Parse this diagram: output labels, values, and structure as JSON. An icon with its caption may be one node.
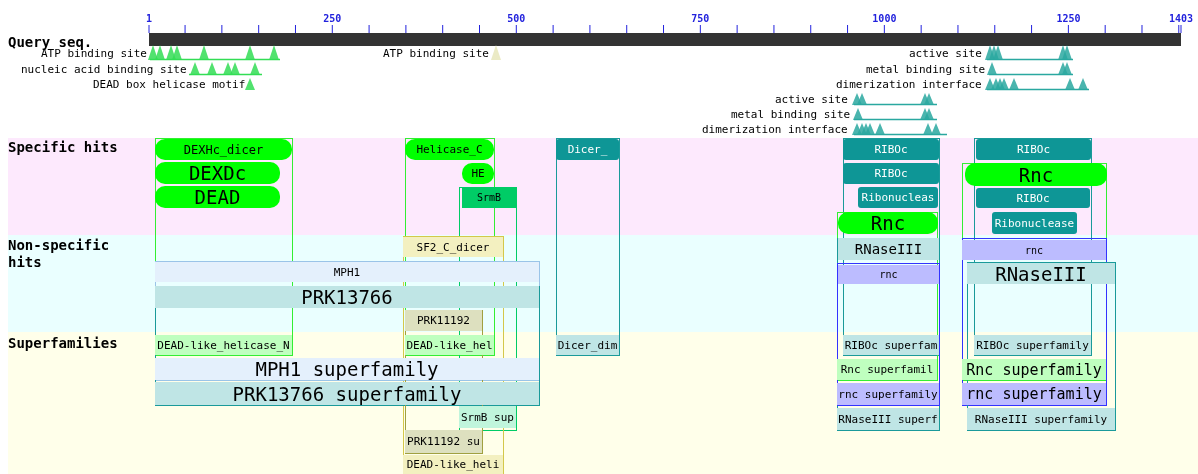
{
  "diagram": {
    "nodes": [
      {
        "text": [
          "DEXHc_dicer"
        ]
      },
      {
        "text": [
          "DEXDc"
        ]
      },
      {
        "text": [
          "DEAD"
        ]
      },
      {
        "text": [
          "Helicase_C"
        ]
      },
      {
        "text": [
          "HE"
        ]
      },
      {
        "text": [
          "SrmB"
        ]
      },
      {
        "text": [
          "Dicer_"
        ]
      },
      {
        "text": [
          "RIBOc"
        ]
      },
      {
        "text": [
          "RIBOc"
        ]
      },
      {
        "text": [
          "Ribonucleas"
        ]
      },
      {
        "text": [
          "Rnc"
        ]
      },
      {
        "text": [
          "RIBOc"
        ]
      },
      {
        "text": [
          "Rnc"
        ]
      },
      {
        "text": [
          "RIBOc"
        ]
      },
      {
        "text": [
          "Ribonuclease"
        ]
      },
      {
        "text": [
          "SF2_C_dicer"
        ]
      },
      {
        "text": [
          "RNaseIII"
        ]
      },
      {
        "text": [
          "rnc"
        ]
      },
      {
        "text": [
          "MPH1"
        ]
      },
      {
        "text": [
          "rnc"
        ]
      },
      {
        "text": [
          "RNaseIII"
        ]
      },
      {
        "text": [
          "PRK13766"
        ]
      },
      {
        "text": [
          "PRK11192"
        ]
      },
      {
        "text": [
          "DEAD-like_helicase_N"
        ]
      },
      {
        "text": [
          "DEAD-like_hel"
        ]
      },
      {
        "text": [
          "Dicer_dim"
        ]
      },
      {
        "text": [
          "RIBOc superfam"
        ]
      },
      {
        "text": [
          "RIBOc superfamily"
        ]
      },
      {
        "text": [
          "MPH1 superfamily"
        ]
      },
      {
        "text": [
          "Rnc superfamil"
        ]
      },
      {
        "text": [
          "Rnc superfamily"
        ]
      },
      {
        "text": [
          "PRK13766 superfamily"
        ]
      },
      {
        "text": [
          "rnc superfamily"
        ]
      },
      {
        "text": [
          "rnc superfamily"
        ]
      },
      {
        "text": [
          "SrmB sup"
        ]
      },
      {
        "text": [
          "RNaseIII superf"
        ]
      },
      {
        "text": [
          "RNaseIII superfamily"
        ]
      },
      {
        "text": [
          "PRK11192 su"
        ]
      },
      {
        "text": [
          "DEAD-like_heli"
        ]
      }
    ],
    "labels": [
      "1",
      "250",
      "500",
      "750",
      "1000",
      "1250",
      "1403",
      "Query seq.",
      "ATP binding site",
      "ATP binding site",
      "active site",
      "nucleic acid binding site",
      "metal binding site",
      "DEAD box helicase motif",
      "dimerization interface",
      "active site",
      "metal binding site",
      "dimerization interface",
      "Specific hits",
      "Non-specific hits",
      "Superfamilies"
    ]
  }
}
